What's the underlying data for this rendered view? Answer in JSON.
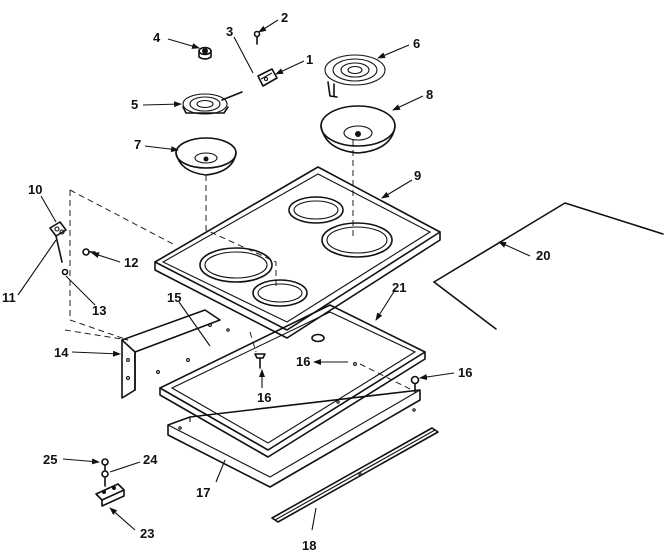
{
  "diagram": {
    "labels": {
      "l1": "1",
      "l2": "2",
      "l3": "3",
      "l4": "4",
      "l5": "5",
      "l6": "6",
      "l7": "7",
      "l8": "8",
      "l9": "9",
      "l10": "10",
      "l11": "11",
      "l12": "12",
      "l13": "13",
      "l14": "14",
      "l15": "15",
      "l16a": "16",
      "l16b": "16",
      "l16c": "16",
      "l17": "17",
      "l18": "18",
      "l20": "20",
      "l21": "21",
      "l23": "23",
      "l24": "24",
      "l25": "25"
    }
  }
}
